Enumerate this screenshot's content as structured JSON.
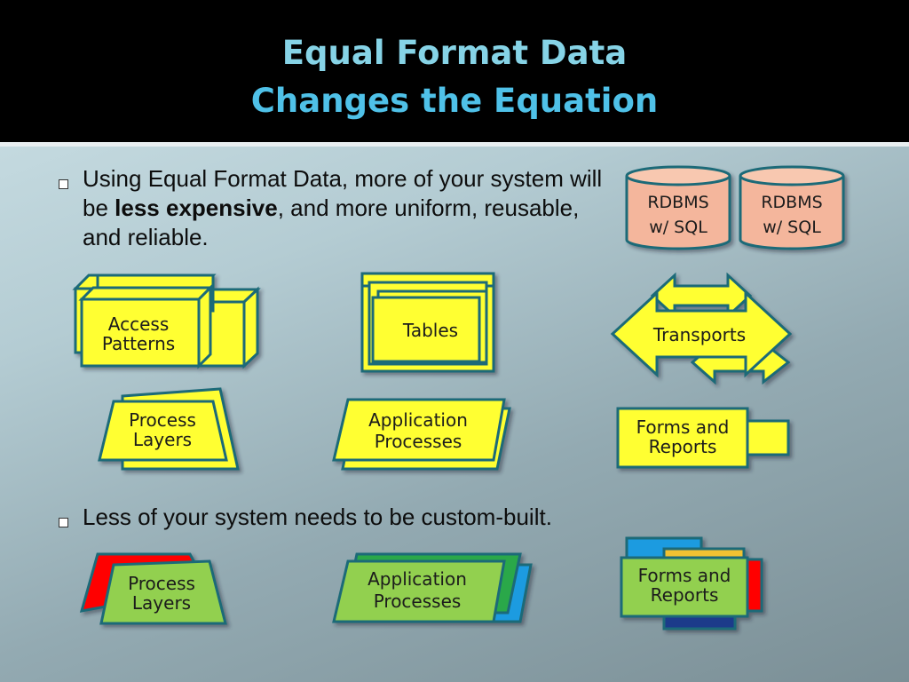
{
  "title": {
    "line1": "Equal Format Data",
    "line2": "Changes the Equation"
  },
  "bullets": {
    "first": {
      "pre": "Using Equal Format Data, more of your system will be ",
      "bold": "less expensive",
      "post": ", and more uniform, reusable, and reliable."
    },
    "second": "Less of your system needs to be custom-built."
  },
  "databases": [
    {
      "line1": "RDBMS",
      "line2": "w/ SQL"
    },
    {
      "line1": "RDBMS",
      "line2": "w/ SQL"
    }
  ],
  "upper_shapes": {
    "access_patterns": {
      "line1": "Access",
      "line2": "Patterns"
    },
    "tables": "Tables",
    "transports": "Transports",
    "process_layers": {
      "line1": "Process",
      "line2": "Layers"
    },
    "application_processes": {
      "line1": "Application",
      "line2": "Processes"
    },
    "forms_reports": {
      "line1": "Forms and",
      "line2": "Reports"
    }
  },
  "lower_shapes": {
    "process_layers": {
      "line1": "Process",
      "line2": "Layers"
    },
    "application_processes": {
      "line1": "Application",
      "line2": "Processes"
    },
    "forms_reports": {
      "line1": "Forms and",
      "line2": "Reports"
    }
  },
  "colors": {
    "yellow_fill": "#ffff33",
    "green_fill": "#92d050",
    "teal_border": "#1b6a78",
    "db_fill": "#f4b69c",
    "red": "#ff0000",
    "blue": "#1e9be0",
    "dark_blue": "#1f3a8a"
  }
}
